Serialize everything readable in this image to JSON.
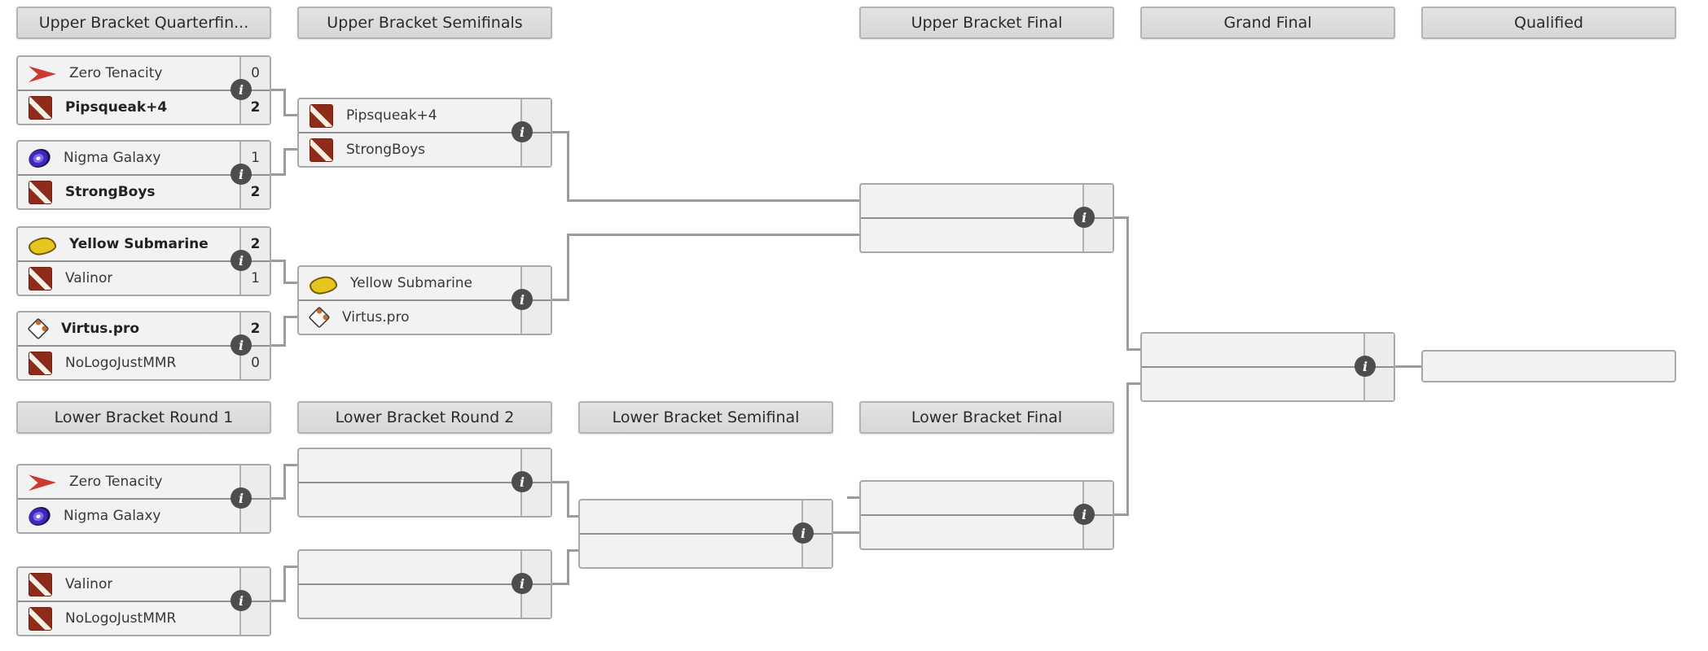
{
  "colors": {
    "page_bg": "#ffffff",
    "row_bg": "#f2f2f2",
    "score_bg": "#ececec",
    "box_border": "#a8a8a8",
    "header_bg": "#dcdcdc",
    "header_border": "#b4b4b4",
    "connector": "#9b9b9b",
    "info_icon_bg": "#4d4d4d",
    "winner_text": "#222222",
    "dota_logo_red": "#8e2b1b",
    "zero_tenacity_red": "#cd3931",
    "nigma_purple": "#3d2bb8",
    "yellow_submarine_yellow": "#e7c51f",
    "virtus_orange": "#cd6a2a"
  },
  "icons": {
    "info_glyph": "i"
  },
  "headers": {
    "upper_quarterfinals": "Upper Bracket Quarterfin...",
    "upper_semifinals": "Upper Bracket Semifinals",
    "upper_final": "Upper Bracket Final",
    "grand_final": "Grand Final",
    "qualified": "Qualified",
    "lower_round1": "Lower Bracket Round 1",
    "lower_round2": "Lower Bracket Round 2",
    "lower_semifinal": "Lower Bracket Semifinal",
    "lower_final": "Lower Bracket Final"
  },
  "matches": {
    "ubqf1": {
      "top": {
        "name": "Zero Tenacity",
        "logo": "zero-tenacity",
        "score": "0",
        "winner": false
      },
      "bottom": {
        "name": "Pipsqueak+4",
        "logo": "dota-default",
        "score": "2",
        "winner": true
      }
    },
    "ubqf2": {
      "top": {
        "name": "Nigma Galaxy",
        "logo": "nigma-galaxy",
        "score": "1",
        "winner": false
      },
      "bottom": {
        "name": "StrongBoys",
        "logo": "dota-default",
        "score": "2",
        "winner": true
      }
    },
    "ubqf3": {
      "top": {
        "name": "Yellow Submarine",
        "logo": "yellow-submarine",
        "score": "2",
        "winner": true
      },
      "bottom": {
        "name": "Valinor",
        "logo": "dota-default",
        "score": "1",
        "winner": false
      }
    },
    "ubqf4": {
      "top": {
        "name": "Virtus.pro",
        "logo": "virtus-pro",
        "score": "2",
        "winner": true
      },
      "bottom": {
        "name": "NoLogoJustMMR",
        "logo": "dota-default",
        "score": "0",
        "winner": false
      }
    },
    "ubsf1": {
      "top": {
        "name": "Pipsqueak+4",
        "logo": "dota-default",
        "score": "",
        "winner": false
      },
      "bottom": {
        "name": "StrongBoys",
        "logo": "dota-default",
        "score": "",
        "winner": false
      }
    },
    "ubsf2": {
      "top": {
        "name": "Yellow Submarine",
        "logo": "yellow-submarine",
        "score": "",
        "winner": false
      },
      "bottom": {
        "name": "Virtus.pro",
        "logo": "virtus-pro",
        "score": "",
        "winner": false
      }
    },
    "ubf": {
      "top": {
        "name": "",
        "logo": "",
        "score": "",
        "winner": false
      },
      "bottom": {
        "name": "",
        "logo": "",
        "score": "",
        "winner": false
      }
    },
    "gf": {
      "top": {
        "name": "",
        "logo": "",
        "score": "",
        "winner": false
      },
      "bottom": {
        "name": "",
        "logo": "",
        "score": "",
        "winner": false
      }
    },
    "lbr1m1": {
      "top": {
        "name": "Zero Tenacity",
        "logo": "zero-tenacity",
        "score": "",
        "winner": false
      },
      "bottom": {
        "name": "Nigma Galaxy",
        "logo": "nigma-galaxy",
        "score": "",
        "winner": false
      }
    },
    "lbr1m2": {
      "top": {
        "name": "Valinor",
        "logo": "dota-default",
        "score": "",
        "winner": false
      },
      "bottom": {
        "name": "NoLogoJustMMR",
        "logo": "dota-default",
        "score": "",
        "winner": false
      }
    },
    "lbr2m1": {
      "top": {
        "name": "",
        "logo": "",
        "score": "",
        "winner": false
      },
      "bottom": {
        "name": "",
        "logo": "",
        "score": "",
        "winner": false
      }
    },
    "lbr2m2": {
      "top": {
        "name": "",
        "logo": "",
        "score": "",
        "winner": false
      },
      "bottom": {
        "name": "",
        "logo": "",
        "score": "",
        "winner": false
      }
    },
    "lbsf": {
      "top": {
        "name": "",
        "logo": "",
        "score": "",
        "winner": false
      },
      "bottom": {
        "name": "",
        "logo": "",
        "score": "",
        "winner": false
      }
    },
    "lbf": {
      "top": {
        "name": "",
        "logo": "",
        "score": "",
        "winner": false
      },
      "bottom": {
        "name": "",
        "logo": "",
        "score": "",
        "winner": false
      }
    }
  },
  "qualified_slot": {
    "name": ""
  }
}
